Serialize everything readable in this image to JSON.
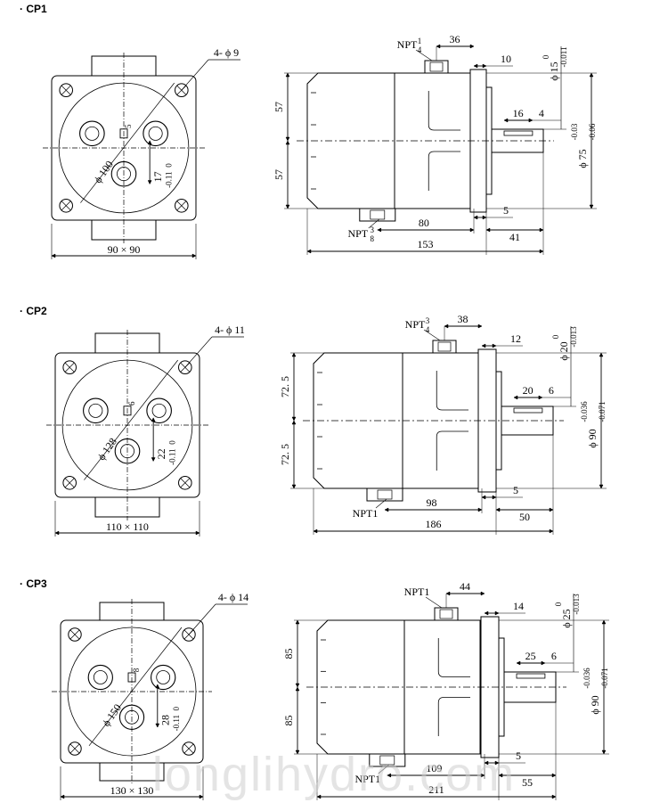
{
  "sections": [
    {
      "label": "· CP1",
      "front": {
        "holes": "4- ϕ 9",
        "pcd": "ϕ 100",
        "offset": "17",
        "offset_tol_upper": "0",
        "offset_tol_lower": "-0.11",
        "key": "5",
        "square": "90 × 90"
      },
      "side": {
        "port_top": "NPT",
        "port_top_frac_num": "1",
        "port_top_frac_den": "4",
        "port_bottom": "NPT",
        "port_bottom_frac_num": "3",
        "port_bottom_frac_den": "8",
        "h_top": "57",
        "h_bottom": "57",
        "port_pos": "36",
        "shaft_step": "10",
        "shaft_dia": "ϕ 15",
        "shaft_tol_upper": "0",
        "shaft_tol_lower": "-0.011",
        "key_len": "16",
        "key_w": "4",
        "pilot_dia": "ϕ 75",
        "pilot_tol_upper": "-0.03",
        "pilot_tol_lower": "-0.06",
        "flange_t": "5",
        "port_bottom_pos": "80",
        "shaft_len": "41",
        "total_len": "153"
      }
    },
    {
      "label": "· CP2",
      "front": {
        "holes": "4- ϕ 11",
        "pcd": "ϕ 128",
        "offset": "22",
        "offset_tol_upper": "0",
        "offset_tol_lower": "-0.11",
        "key": "6",
        "square": "110 × 110"
      },
      "side": {
        "port_top": "NPT",
        "port_top_frac_num": "3",
        "port_top_frac_den": "4",
        "port_bottom": "NPT1",
        "port_bottom_frac_num": "",
        "port_bottom_frac_den": "",
        "h_top": "72. 5",
        "h_bottom": "72. 5",
        "port_pos": "38",
        "shaft_step": "12",
        "shaft_dia": "ϕ 20",
        "shaft_tol_upper": "0",
        "shaft_tol_lower": "-0.013",
        "key_len": "20",
        "key_w": "6",
        "pilot_dia": "ϕ 90",
        "pilot_tol_upper": "-0.036",
        "pilot_tol_lower": "-0.071",
        "flange_t": "5",
        "port_bottom_pos": "98",
        "shaft_len": "50",
        "total_len": "186"
      }
    },
    {
      "label": "· CP3",
      "front": {
        "holes": "4- ϕ 14",
        "pcd": "ϕ 150",
        "offset": "28",
        "offset_tol_upper": "0",
        "offset_tol_lower": "-0.11",
        "key": "8",
        "square": "130 × 130"
      },
      "side": {
        "port_top": "NPT1",
        "port_top_frac_num": "",
        "port_top_frac_den": "",
        "port_bottom": "NPT1",
        "port_bottom_frac_num": "",
        "port_bottom_frac_den": "",
        "h_top": "85",
        "h_bottom": "85",
        "port_pos": "44",
        "shaft_step": "14",
        "shaft_dia": "ϕ 25",
        "shaft_tol_upper": "0",
        "shaft_tol_lower": "-0.013",
        "key_len": "25",
        "key_w": "6",
        "pilot_dia": "ϕ 90",
        "pilot_tol_upper": "-0.036",
        "pilot_tol_lower": "-0.071",
        "flange_t": "5",
        "port_bottom_pos": "109",
        "shaft_len": "55",
        "total_len": "211"
      }
    }
  ],
  "watermark": "longlihydro.com"
}
